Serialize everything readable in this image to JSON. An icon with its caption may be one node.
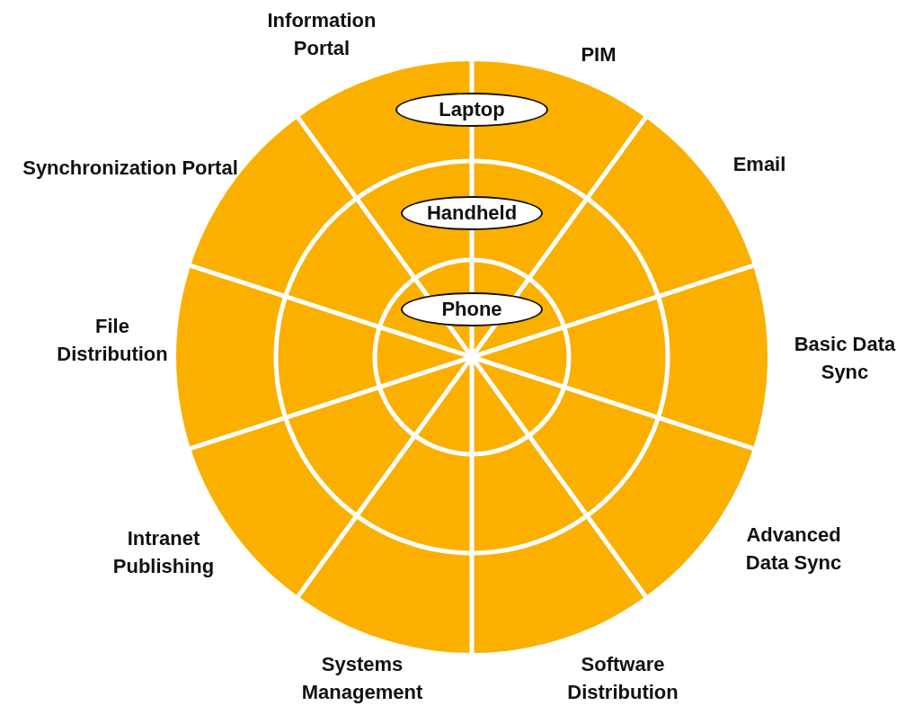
{
  "diagram": {
    "nodes": [
      {
        "text": [
          "Laptop"
        ]
      },
      {
        "text": [
          "Handheld"
        ]
      },
      {
        "text": [
          "Phone"
        ]
      }
    ],
    "labels": [
      "Information Portal",
      "PIM",
      "Synchronization Portal",
      "Email",
      "File Distribution",
      "Basic Data Sync",
      "Intranet Publishing",
      "Advanced Data Sync",
      "Systems Management",
      "Software Distribution"
    ]
  }
}
